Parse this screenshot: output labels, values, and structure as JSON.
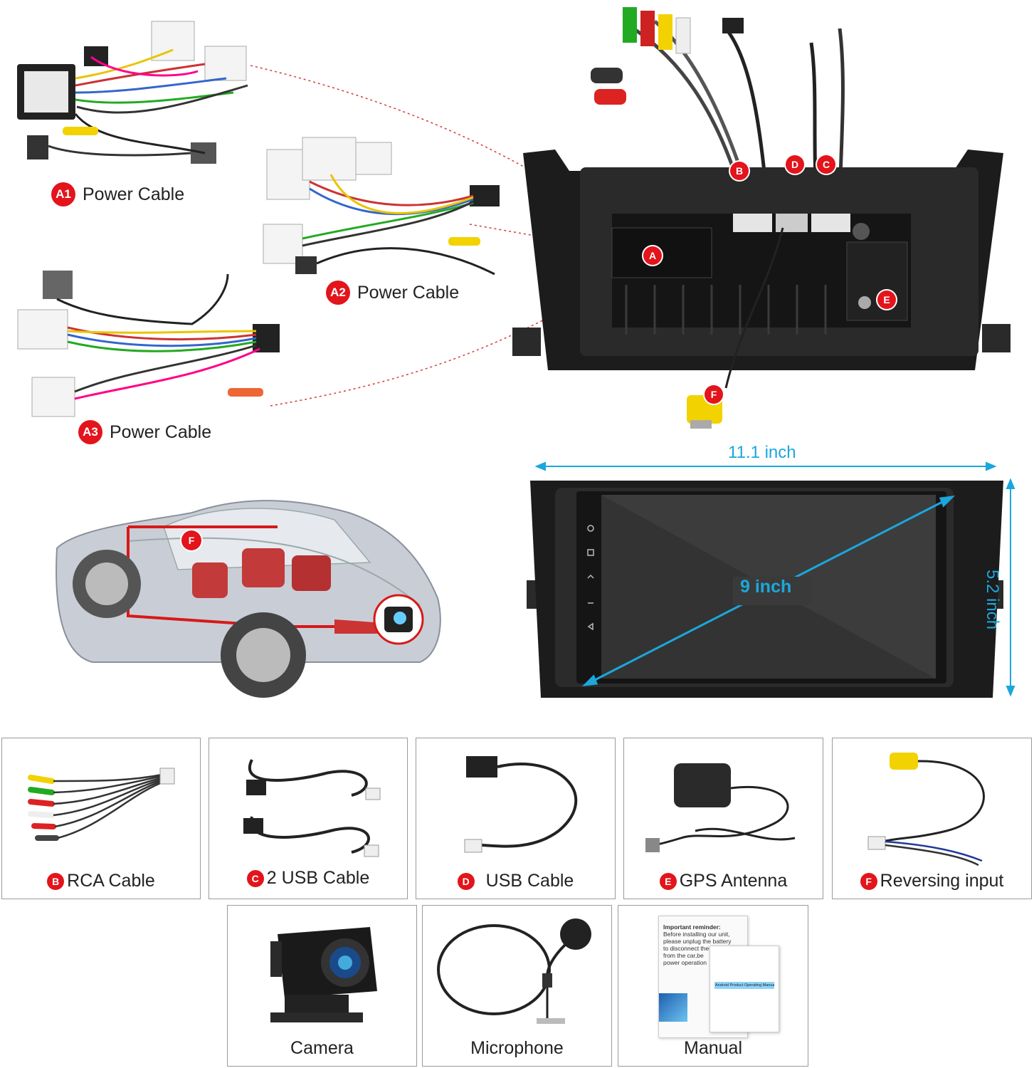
{
  "power_cables": [
    {
      "badge": "A1",
      "label": "Power Cable"
    },
    {
      "badge": "A2",
      "label": "Power Cable"
    },
    {
      "badge": "A3",
      "label": "Power Cable"
    }
  ],
  "unit_ports": {
    "a": "A",
    "b": "B",
    "c": "C",
    "d": "D",
    "e": "E",
    "f": "F"
  },
  "car": {
    "badge": "F"
  },
  "dimensions": {
    "width": "11.1 inch",
    "height": "5.2 inch",
    "diagonal": "9 inch"
  },
  "accessories_row1": [
    {
      "badge": "B",
      "label": "RCA Cable"
    },
    {
      "badge": "C",
      "label": "2 USB Cable"
    },
    {
      "badge": "D",
      "label": "USB Cable"
    },
    {
      "badge": "E",
      "label": "GPS Antenna"
    },
    {
      "badge": "F",
      "label": "Reversing input"
    }
  ],
  "accessories_row2": [
    {
      "label": "Camera"
    },
    {
      "label": "Microphone"
    },
    {
      "label": "Manual"
    }
  ],
  "manual_text": {
    "reminder": "Important reminder:",
    "line1": "Before installing our unit,",
    "line2": "please unplug the battery",
    "line3": "to disconnect the",
    "line4": "from the car,be",
    "line5": "power operation",
    "booklet": "Android Product Operating Manual"
  },
  "colors": {
    "badge_red": "#e3141b",
    "dimension_blue": "#1ba7dc",
    "unit_black": "#1c1c1c"
  }
}
